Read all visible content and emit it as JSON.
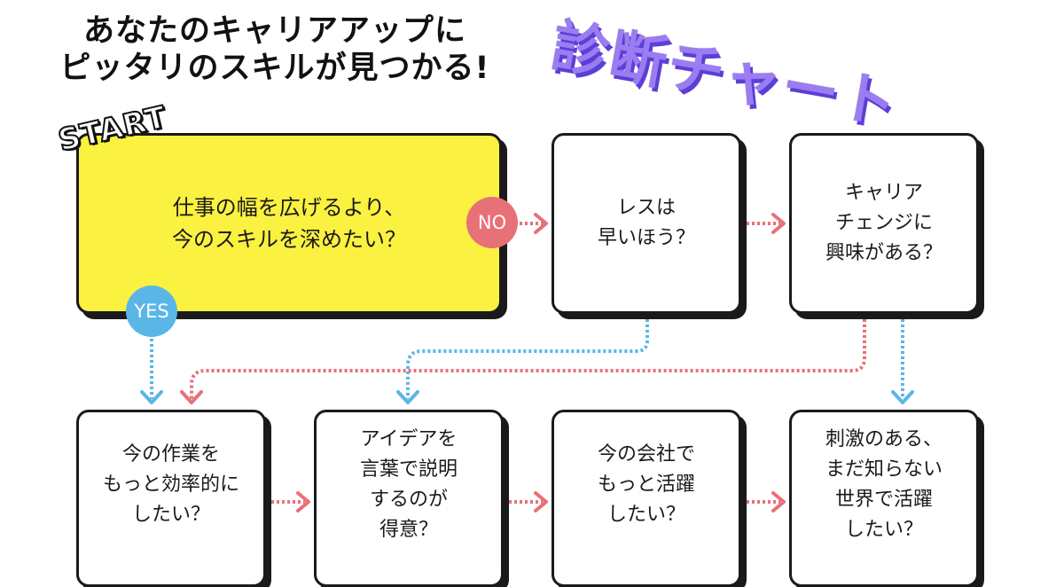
{
  "header": {
    "line1": "あなたのキャリアアップに",
    "line2": "ピッタリのスキルが見つかる!",
    "title": "診断チャート"
  },
  "start_label": "START",
  "badges": {
    "no": "NO",
    "yes": "YES"
  },
  "boxes": {
    "start": "仕事の幅を広げるより、\n今のスキルを深めたい？",
    "q_reply": "レスは\n早いほう？",
    "q_career": "キャリア\nチェンジに\n興味がある？",
    "q_efficient": "今の作業を\nもっと効率的に\nしたい？",
    "q_ideas": "アイデアを\n言葉で説明\nするのが\n得意？",
    "q_company": "今の会社で\nもっと活躍\nしたい？",
    "q_world": "刺激のある、\nまだ知らない\n世界で活躍\nしたい？"
  },
  "colors": {
    "start_fill": "#faf140",
    "no_pink": "#e87077",
    "yes_blue": "#5bb6e8",
    "title_purple": "#9b7cf2"
  }
}
